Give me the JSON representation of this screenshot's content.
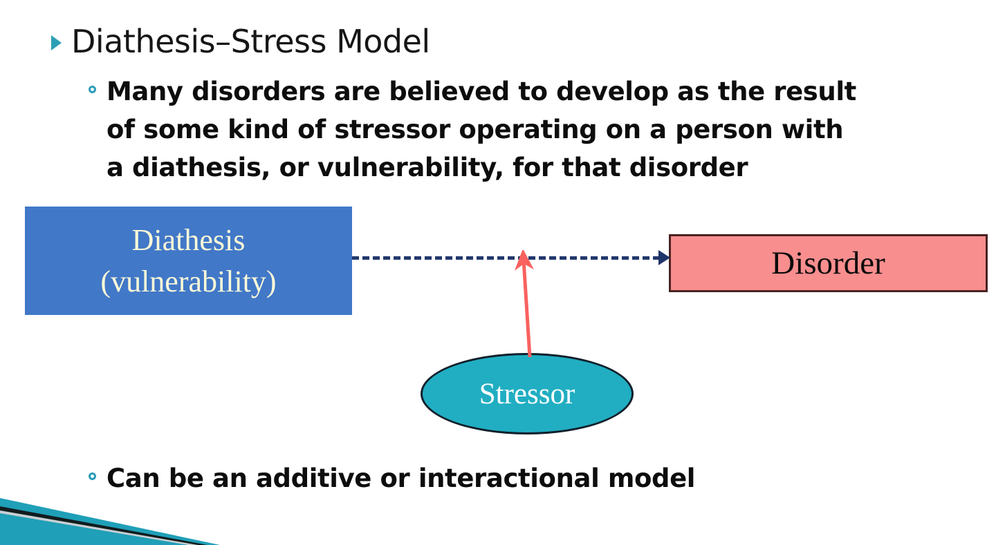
{
  "slide": {
    "background_color": "#ffffff",
    "title": {
      "text": "Diathesis–Stress Model",
      "bullet_icon": "triangle-bullet",
      "bullet_color": "#2e9fb5"
    },
    "bullets": [
      {
        "id": "bullet-main-description",
        "bullet_icon": "circle-bullet",
        "bullet_color": "#2b9cb8",
        "lines": [
          "Many disorders are believed to develop as the result",
          "of some kind of stressor operating on a person with",
          "a diathesis, or vulnerability, for that disorder"
        ]
      },
      {
        "id": "bullet-model-type",
        "bullet_icon": "circle-bullet",
        "bullet_color": "#2b9cb8",
        "lines": [
          "Can be an additive or interactional model"
        ]
      }
    ],
    "diagram": {
      "name": "diathesis-stress-model-diagram",
      "nodes": [
        {
          "id": "node-diathesis",
          "shape": "rectangle",
          "lines": [
            "Diathesis",
            "(vulnerability)"
          ],
          "fill_color": "#4178C8",
          "text_color": "#FBF8D8"
        },
        {
          "id": "node-disorder",
          "shape": "rectangle",
          "label": "Disorder",
          "fill_color": "#F98E8E",
          "border_color": "#4a2222",
          "text_color": "#0b0b0b"
        },
        {
          "id": "node-stressor",
          "shape": "ellipse",
          "label": "Stressor",
          "fill_color": "#21AEC2",
          "border_color": "#11202c",
          "text_color": "#ffffff"
        }
      ],
      "connectors": [
        {
          "id": "connector-diathesis-to-disorder",
          "style": "dashed",
          "color": "#23386d",
          "from": "node-diathesis",
          "to": "node-disorder",
          "arrowhead": "right"
        },
        {
          "id": "connector-stressor-to-path",
          "style": "solid",
          "color": "#f9625f",
          "from": "node-stressor",
          "to": "connector-diathesis-to-disorder",
          "arrowhead": "up"
        }
      ]
    },
    "decoration": {
      "id": "corner-swoosh",
      "color_primary": "#1f9fb8",
      "color_accent": "#101010"
    }
  }
}
